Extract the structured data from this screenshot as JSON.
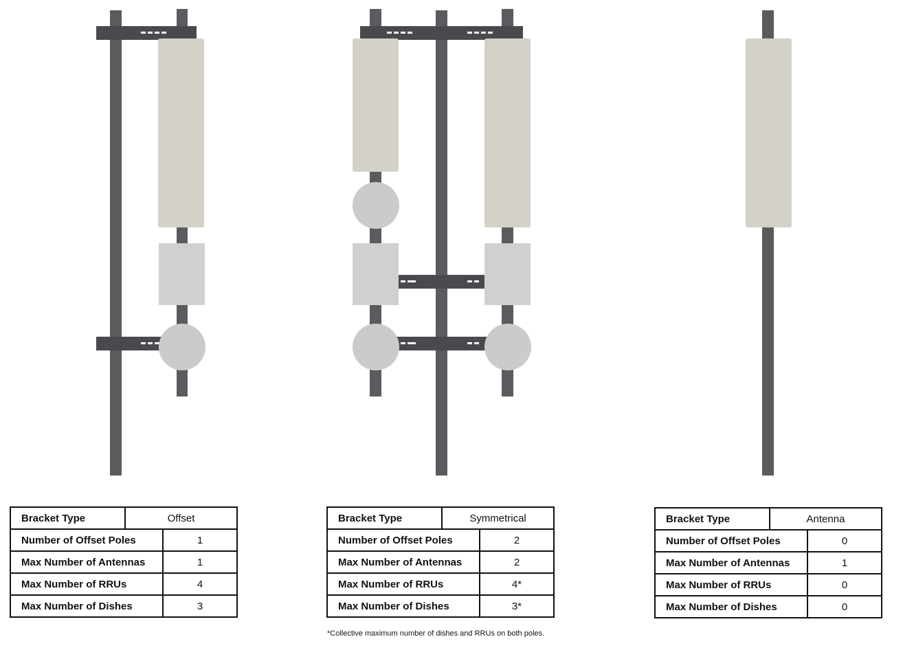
{
  "panels": [
    {
      "bracket_type_label": "Bracket Type",
      "bracket_type": "Offset",
      "rows": [
        {
          "label": "Number of Offset Poles",
          "value": "1"
        },
        {
          "label": "Max Number of Antennas",
          "value": "1"
        },
        {
          "label": "Max Number of RRUs",
          "value": "4"
        },
        {
          "label": "Max Number of Dishes",
          "value": "3"
        }
      ]
    },
    {
      "bracket_type_label": "Bracket Type",
      "bracket_type": "Symmetrical",
      "rows": [
        {
          "label": "Number of Offset Poles",
          "value": "2"
        },
        {
          "label": "Max Number of Antennas",
          "value": "2"
        },
        {
          "label": "Max Number of RRUs",
          "value": "4*"
        },
        {
          "label": "Max Number of Dishes",
          "value": "3*"
        }
      ],
      "footnote": "*Collective maximum number of dishes and RRUs on both poles."
    },
    {
      "bracket_type_label": "Bracket Type",
      "bracket_type": "Antenna",
      "rows": [
        {
          "label": "Number of Offset Poles",
          "value": "0"
        },
        {
          "label": "Max Number of Antennas",
          "value": "1"
        },
        {
          "label": "Max Number of RRUs",
          "value": "0"
        },
        {
          "label": "Max Number of Dishes",
          "value": "0"
        }
      ]
    }
  ],
  "colors": {
    "pole": "#5b5b5f",
    "bracket": "#4a4a4e",
    "antenna": "#d3d1c8",
    "rru": "#d0d0d0",
    "dish": "#cbcbcb"
  }
}
